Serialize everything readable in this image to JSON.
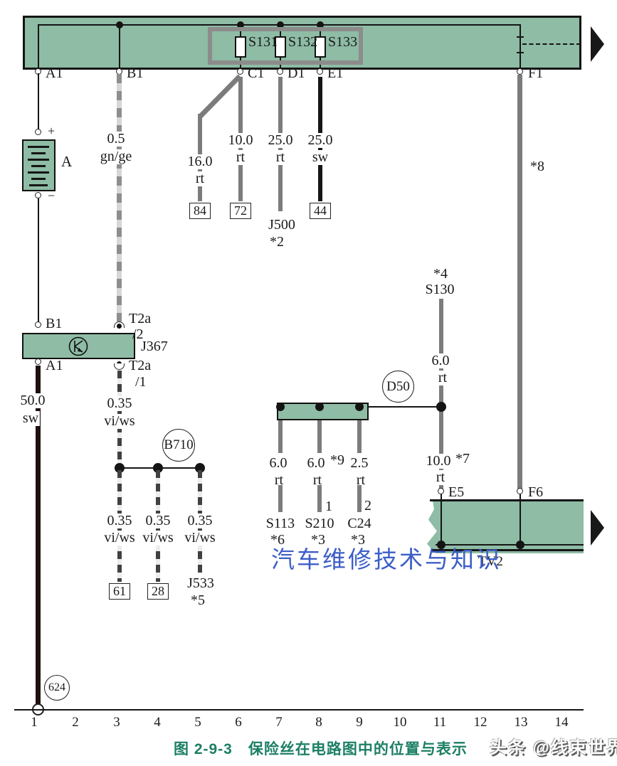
{
  "colors": {
    "bus_green": "#8ebca4",
    "fuse_outline_gray": "#8c8c8c",
    "wire_gray": "#7c7c7c",
    "wire_black": "#161616",
    "wire_dark_sw": "#201010",
    "caption_green": "#1b7f63",
    "watermark_blue": "#3c5ec7"
  },
  "top_bus": {
    "fuses": [
      {
        "label": "S131"
      },
      {
        "label": "S132"
      },
      {
        "label": "S133"
      }
    ],
    "terminals": [
      "A1",
      "B1",
      "C1",
      "D1",
      "E1",
      "F1"
    ]
  },
  "battery": {
    "label": "A",
    "plus": "+",
    "minus": "−"
  },
  "j367": {
    "label": "J367",
    "pin_top": "B1",
    "pin_bottom": "A1",
    "conn_top": {
      "name": "T2a",
      "pin": "/2"
    },
    "conn_bottom": {
      "name": "T2a",
      "pin": "/1"
    }
  },
  "wires": {
    "gnge": {
      "size": "0.5",
      "color": "gn/ge"
    },
    "rt16": {
      "size": "16.0",
      "color": "rt",
      "dest": "84"
    },
    "rt10": {
      "size": "10.0",
      "color": "rt",
      "dest": "72"
    },
    "rt25": {
      "size": "25.0",
      "color": "rt",
      "dest": "J500",
      "dest_note": "*2"
    },
    "sw25": {
      "size": "25.0",
      "color": "sw",
      "dest": "44"
    },
    "sw50": {
      "size": "50.0",
      "color": "sw"
    },
    "viws_main": {
      "size": "0.35",
      "color": "vi/ws"
    },
    "viws1": {
      "size": "0.35",
      "color": "vi/ws",
      "dest": "61"
    },
    "viws2": {
      "size": "0.35",
      "color": "vi/ws",
      "dest": "28"
    },
    "viws3": {
      "size": "0.35",
      "color": "vi/ws",
      "dest": "J533",
      "dest_note": "*5"
    },
    "star8": {
      "note": "*8"
    },
    "rt6_s130": {
      "size": "6.0",
      "color": "rt"
    },
    "rt10_7": {
      "size": "10.0",
      "note": "*7",
      "color": "rt"
    },
    "rt6_a": {
      "size": "6.0",
      "color": "rt",
      "dest": "S113",
      "dest_note": "*6"
    },
    "rt6_b": {
      "size": "6.0",
      "note": "*9",
      "color": "rt",
      "pin": "1",
      "dest": "S210",
      "dest_note": "*3"
    },
    "rt2_5": {
      "size": "2.5",
      "color": "rt",
      "pin": "2",
      "dest": "C24",
      "dest_note": "*3"
    }
  },
  "s130": {
    "note": "*4",
    "label": "S130"
  },
  "refs": {
    "b710": "B710",
    "d50": "D50",
    "g624": "624"
  },
  "tv2": {
    "label": "TV2",
    "terminals": [
      "E5",
      "F6"
    ]
  },
  "ruler": {
    "ticks": [
      "1",
      "2",
      "3",
      "4",
      "5",
      "6",
      "7",
      "8",
      "9",
      "10",
      "11",
      "12",
      "13",
      "14"
    ]
  },
  "caption": "图 2-9-3　保险丝在电路图中的位置与表示",
  "watermarks": {
    "center": "汽车维修技术与知识",
    "corner": "头条 @线束世界"
  }
}
